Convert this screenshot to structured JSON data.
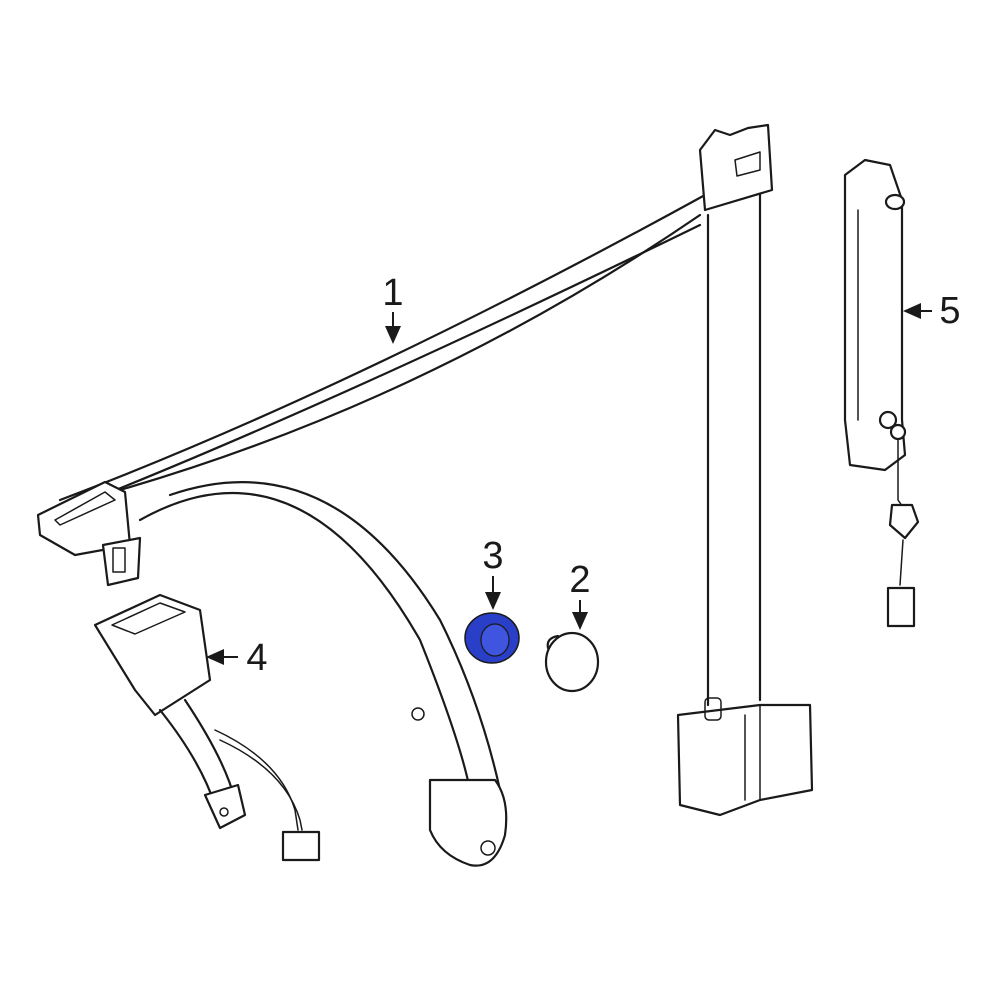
{
  "diagram": {
    "callouts": [
      {
        "id": "1",
        "label": "1"
      },
      {
        "id": "2",
        "label": "2"
      },
      {
        "id": "3",
        "label": "3"
      },
      {
        "id": "4",
        "label": "4"
      },
      {
        "id": "5",
        "label": "5"
      }
    ],
    "highlight_part": "3",
    "highlight_color": "#2a3fc8",
    "line_color": "#1a1a1a"
  }
}
